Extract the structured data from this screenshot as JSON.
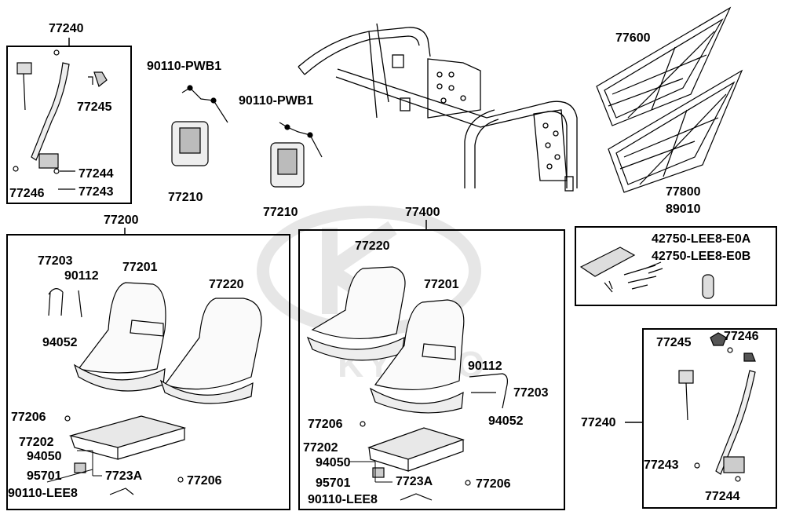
{
  "boxes": {
    "belt_left": "77240",
    "seat_left": "77200",
    "seat_right": "77400",
    "belt_right": "77240"
  },
  "labels": {
    "belt_left_77245": "77245",
    "belt_left_77244": "77244",
    "belt_left_77246": "77246",
    "belt_left_77243": "77243",
    "pwb1_a": "90110-PWB1",
    "pwb1_b": "90110-PWB1",
    "net_a_77210": "77210",
    "net_b_77210": "77210",
    "door_77600": "77600",
    "door_77800": "77800",
    "tool_89010": "89010",
    "tool_e0a": "42750-LEE8-E0A",
    "tool_e0b": "42750-LEE8-E0B",
    "sl_77203": "77203",
    "sl_90112": "90112",
    "sl_77201": "77201",
    "sl_77220": "77220",
    "sl_94052": "94052",
    "sl_77206a": "77206",
    "sl_77202": "77202",
    "sl_94050": "94050",
    "sl_95701": "95701",
    "sl_7723A": "7723A",
    "sl_lee8": "90110-LEE8",
    "sl_77206b": "77206",
    "sr_77220": "77220",
    "sr_77201": "77201",
    "sr_90112": "90112",
    "sr_77203": "77203",
    "sr_94052": "94052",
    "sr_77206a": "77206",
    "sr_77202": "77202",
    "sr_94050": "94050",
    "sr_95701": "95701",
    "sr_7723A": "7723A",
    "sr_77206b": "77206",
    "sr_lee8": "90110-LEE8",
    "br_77245": "77245",
    "br_77246": "77246",
    "br_77243": "77243",
    "br_77244": "77244"
  },
  "watermark_text": "KYMCO"
}
